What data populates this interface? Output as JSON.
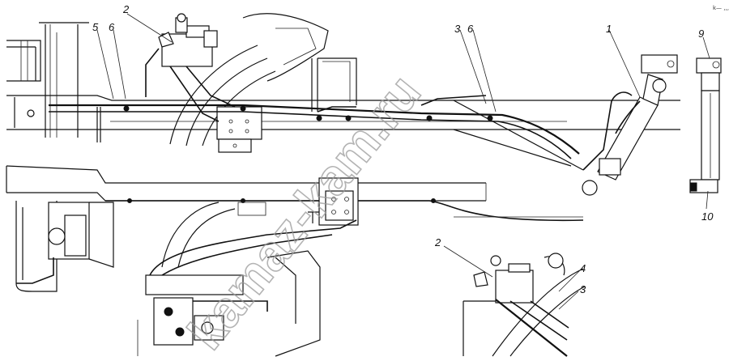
{
  "callouts": {
    "c1": "1",
    "c2_top": "2",
    "c3_top": "3",
    "c5": "5",
    "c6_left": "6",
    "c6_right": "6",
    "c9": "9",
    "c10": "10",
    "c2_bottom": "2",
    "c3_bottom": "3",
    "c4": "4"
  },
  "watermark": "kamaz-kam.ru",
  "corner_mark": "k— ,,,"
}
